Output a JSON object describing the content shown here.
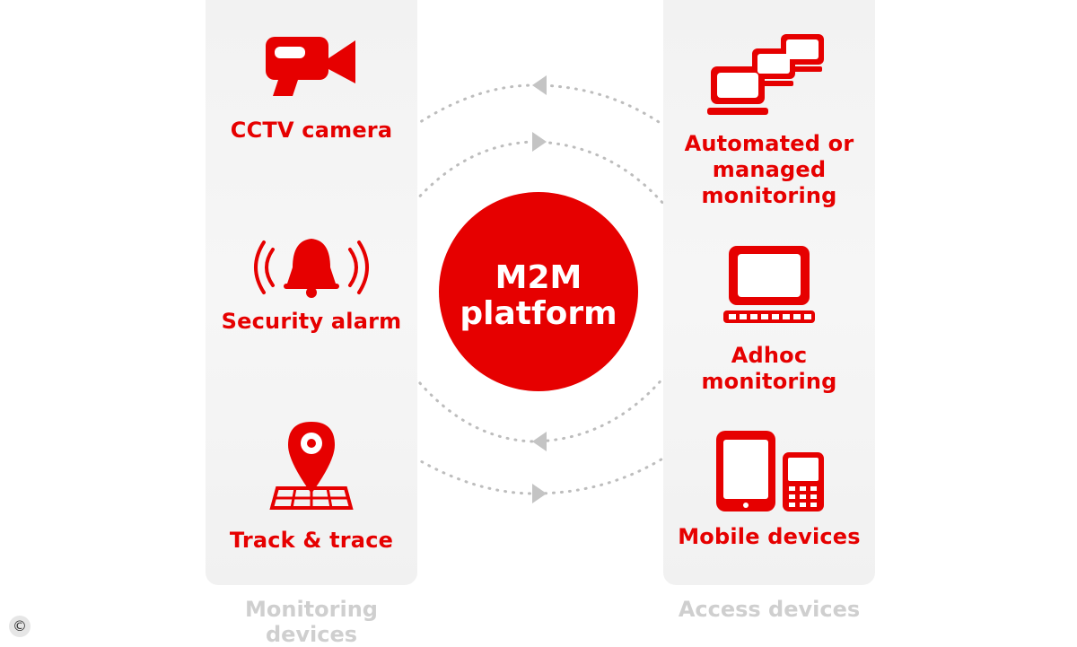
{
  "colors": {
    "accent": "#e60000",
    "muted": "#cfcfcf",
    "dots": "#bdbdbd"
  },
  "hub": {
    "line1": "M2M",
    "line2": "platform"
  },
  "monitoring": {
    "caption": "Monitoring devices",
    "items": [
      {
        "icon": "video-camera-icon",
        "label": "CCTV camera"
      },
      {
        "icon": "alarm-bell-icon",
        "label": "Security alarm"
      },
      {
        "icon": "map-pin-icon",
        "label": "Track & trace"
      }
    ]
  },
  "access": {
    "caption": "Access devices",
    "items": [
      {
        "icon": "monitor-network-icon",
        "label_lines": [
          "Automated or",
          "managed",
          "monitoring"
        ]
      },
      {
        "icon": "computer-icon",
        "label_lines": [
          "Adhoc",
          "monitoring"
        ]
      },
      {
        "icon": "tablet-phone-icon",
        "label": "Mobile devices"
      }
    ]
  },
  "copyright": "©"
}
